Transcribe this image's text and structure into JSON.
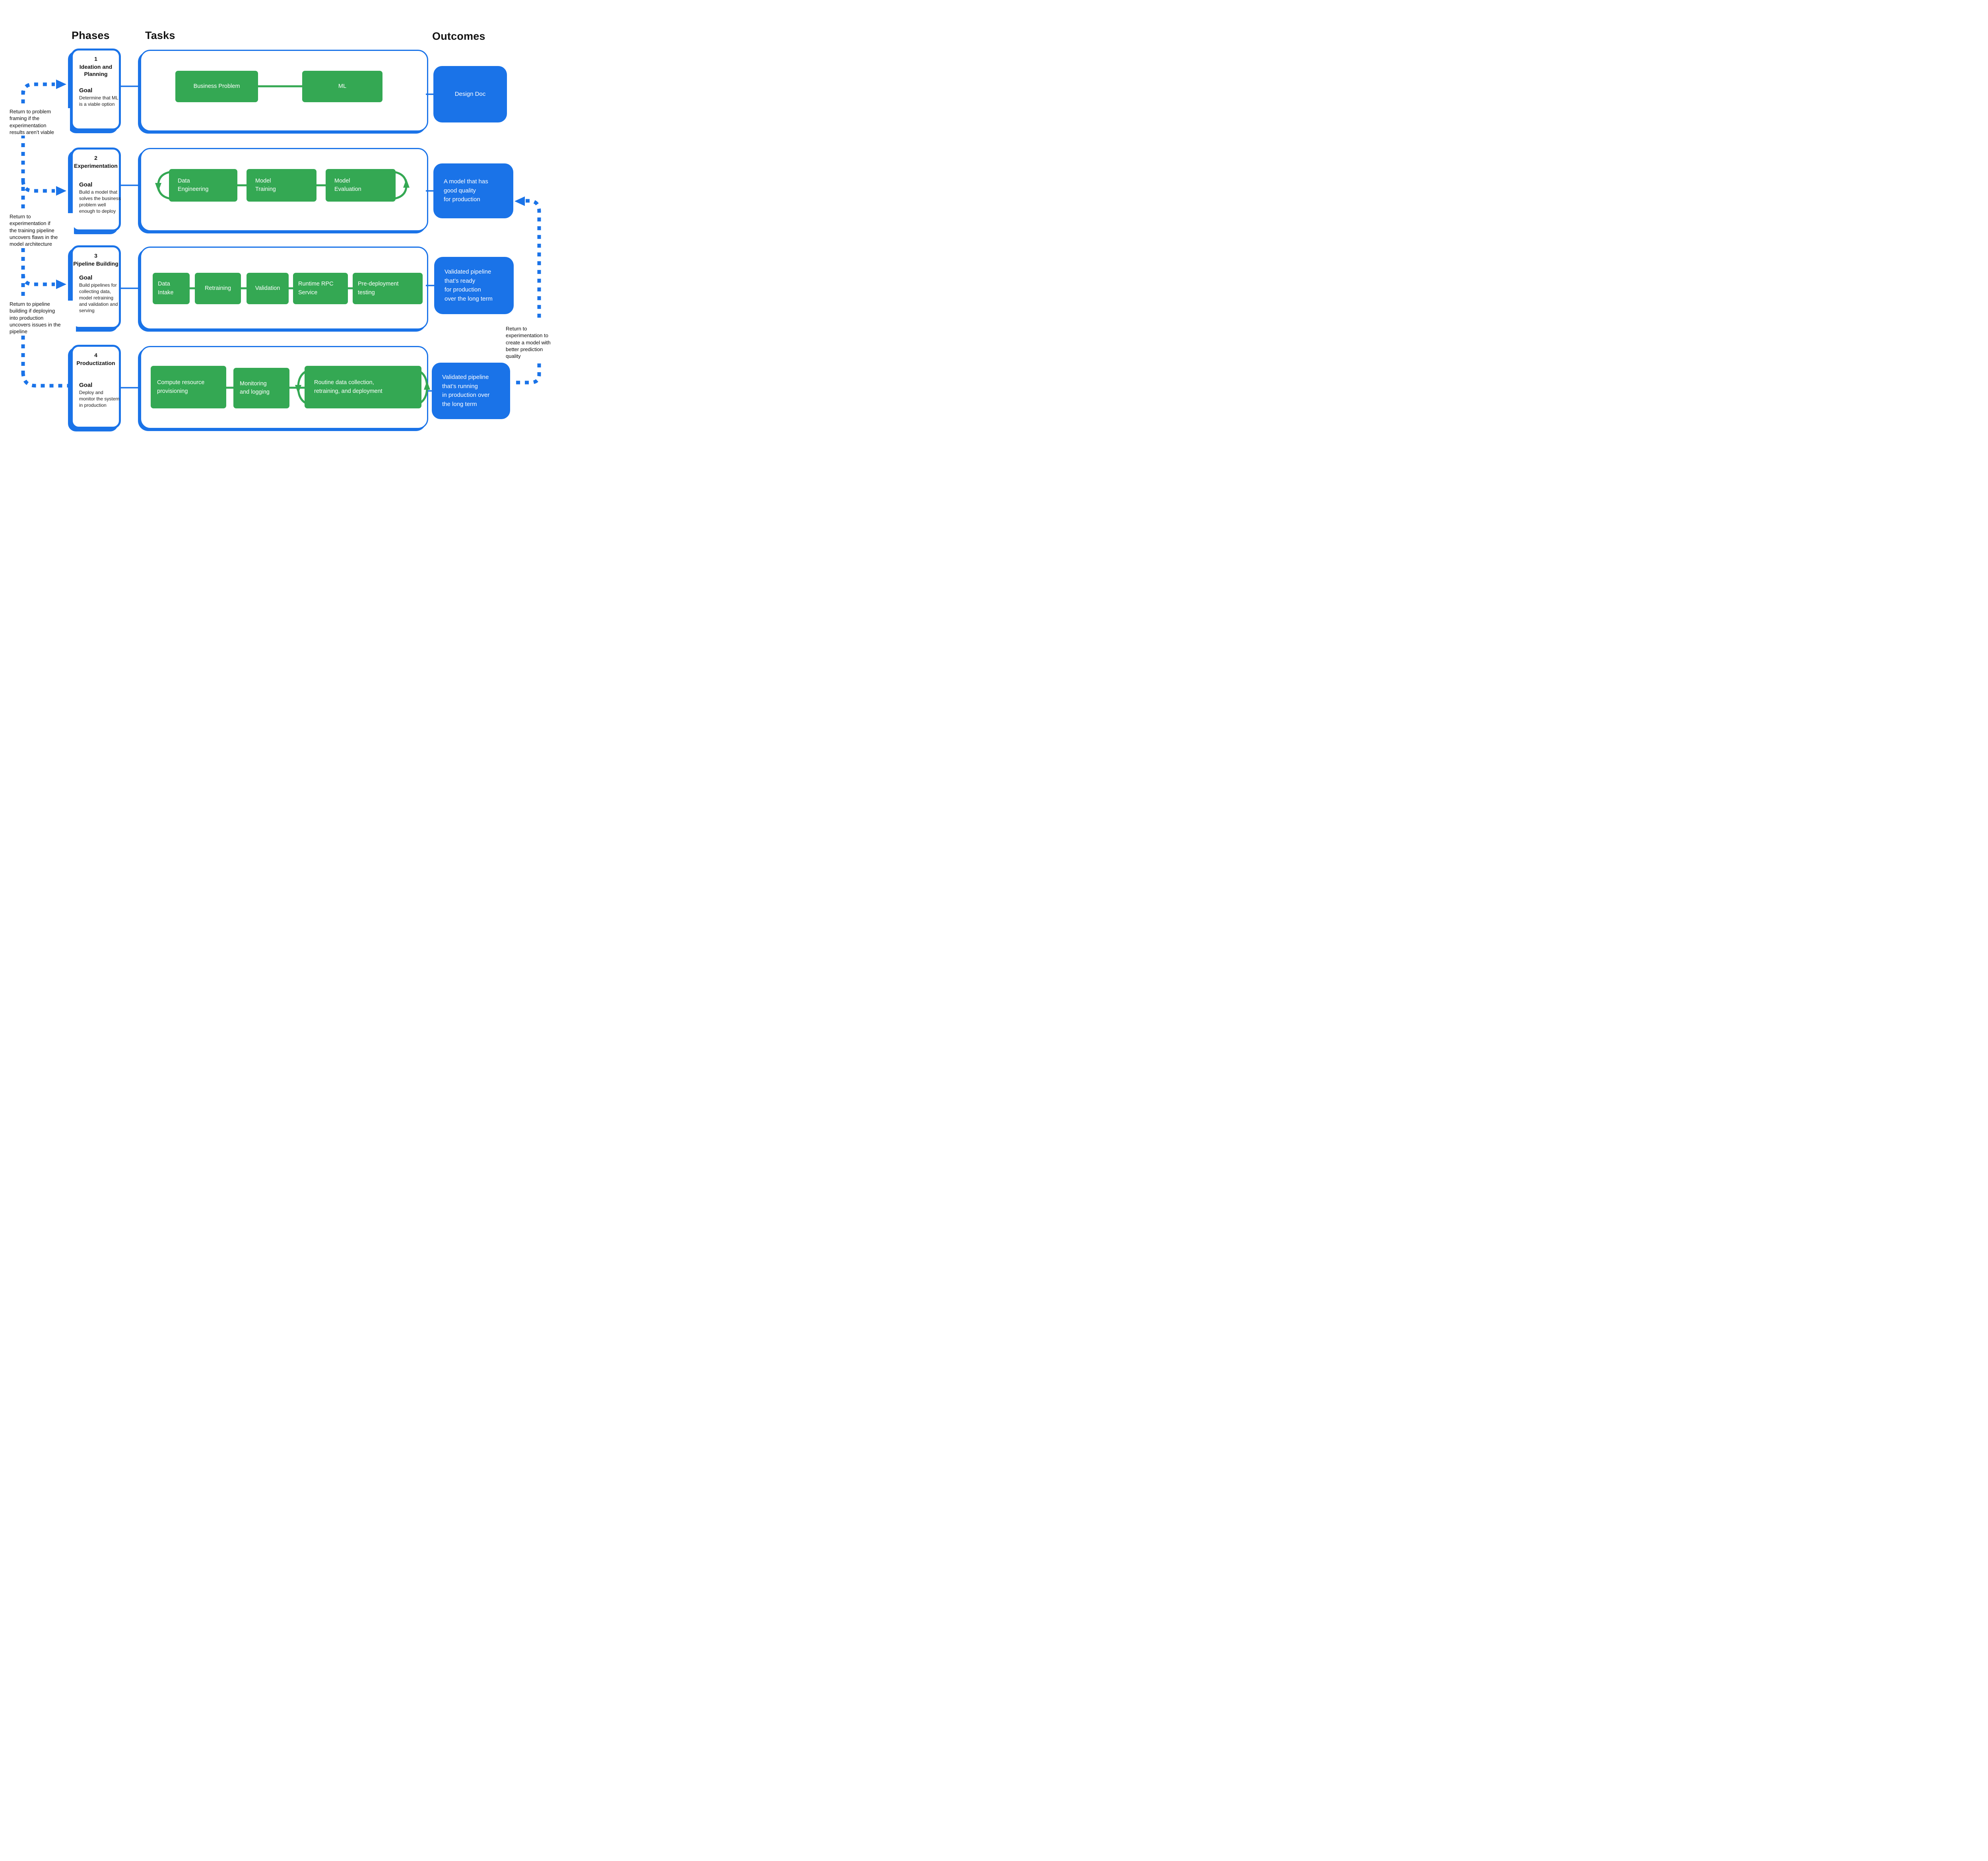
{
  "title": "ML development phases diagram",
  "colors": {
    "blue": "#1a73e8",
    "green": "#34a853",
    "ink": "#1f1f1f"
  },
  "headers": {
    "phases": "Phases",
    "tasks": "Tasks",
    "outcomes": "Outcomes"
  },
  "phases": [
    {
      "number": "1",
      "title": "Ideation and\nPlanning",
      "goal_label": "Goal",
      "goal_text": "Determine that ML\nis a viable option",
      "tasks": [
        {
          "label": "Business Problem"
        },
        {
          "label": "ML"
        }
      ],
      "outcome": "Design Doc"
    },
    {
      "number": "2",
      "title": "Experimentation",
      "goal_label": "Goal",
      "goal_text": "Build a model that\nsolves the business\nproblem well\nenough to deploy",
      "tasks": [
        {
          "label": "Data\nEngineering"
        },
        {
          "label": "Model\nTraining"
        },
        {
          "label": "Model\nEvaluation"
        }
      ],
      "outcome": "A model that has\ngood quality\nfor production"
    },
    {
      "number": "3",
      "title": "Pipeline Building",
      "goal_label": "Goal",
      "goal_text": "Build pipelines for\ncollecting data,\nmodel retraining\nand validation and\nserving",
      "tasks": [
        {
          "label": "Data\nIntake"
        },
        {
          "label": "Retraining"
        },
        {
          "label": "Validation"
        },
        {
          "label": "Runtime RPC\nService"
        },
        {
          "label": "Pre-deployment\ntesting"
        }
      ],
      "outcome": "Validated pipeline\nthat’s ready\nfor production\nover the long term"
    },
    {
      "number": "4",
      "title": "Productization",
      "goal_label": "Goal",
      "goal_text": "Deploy and\nmonitor the system\nin production",
      "tasks": [
        {
          "label": "Compute  resource\nprovisioning"
        },
        {
          "label": "Monitoring\nand logging"
        },
        {
          "label": "Routine data collection,\nretraining, and deployment"
        }
      ],
      "outcome": "Validated pipeline\nthat’s running\nin production over\nthe long term"
    }
  ],
  "annotations": {
    "left": [
      {
        "text": "Return to problem\nframing if the\nexperimentation\nresults aren’t viable"
      },
      {
        "text": "Return to\nexperimentation if\nthe training pipeline\nuncovers flaws in the\nmodel architecture"
      },
      {
        "text": "Return to pipeline\nbuilding if deploying\ninto production\nuncovers issues in the\npipeline"
      }
    ],
    "right": {
      "text": "Return to\nexperimentation to\ncreate a model with\nbetter prediction\nquality"
    }
  }
}
